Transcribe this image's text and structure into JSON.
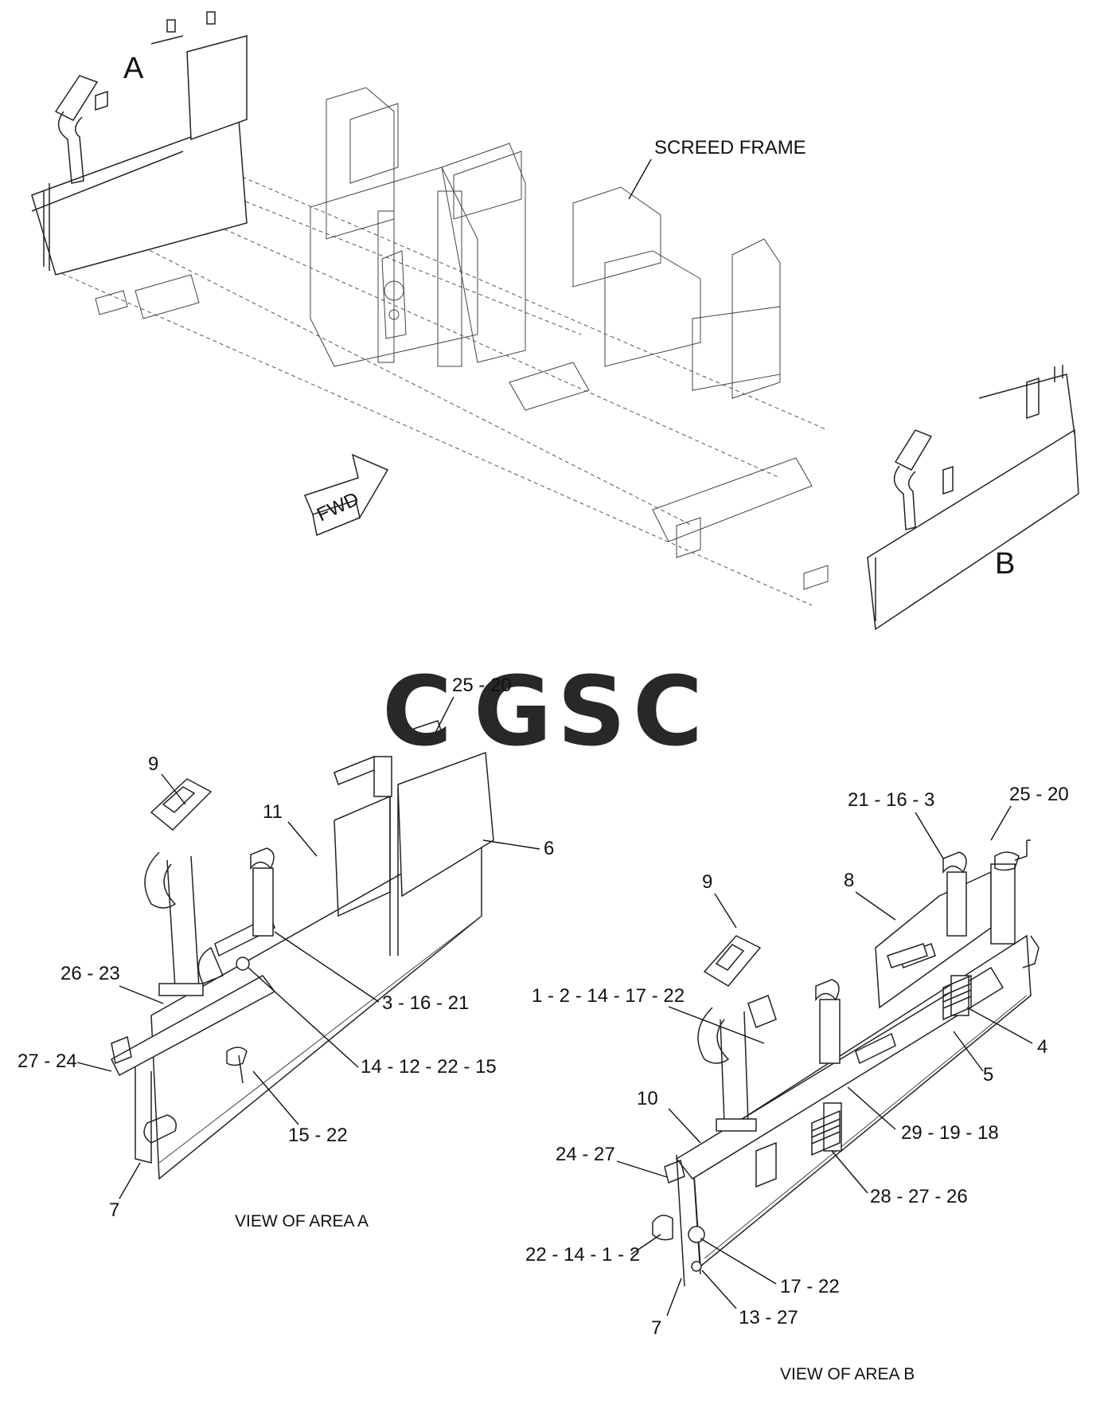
{
  "top_view": {
    "area_a_marker": "A",
    "area_b_marker": "B",
    "screed_frame_label": "SCREED FRAME",
    "forward_label": "FWD"
  },
  "watermark": {
    "letters": [
      "C",
      "G",
      "S",
      "C"
    ],
    "colors": [
      "#8ab4f8",
      "#f28b82",
      "#fdd663",
      "#81c995"
    ]
  },
  "view_a": {
    "caption": "VIEW OF AREA  A",
    "callouts": [
      "25 - 20",
      "9",
      "11",
      "6",
      "26 - 23",
      "3 - 16 - 21",
      "27 - 24",
      "14 - 12 - 22 - 15",
      "15 - 22",
      "7"
    ]
  },
  "view_b": {
    "caption": "VIEW OF AREA  B",
    "callouts": [
      "21 - 16 - 3",
      "25 - 20",
      "9",
      "8",
      "1 - 2 - 14 - 17 - 22",
      "4",
      "5",
      "10",
      "29 - 19 - 18",
      "24 - 27",
      "28 - 27 - 26",
      "22 - 14 - 1 - 2",
      "17 - 22",
      "7",
      "13 - 27"
    ]
  }
}
